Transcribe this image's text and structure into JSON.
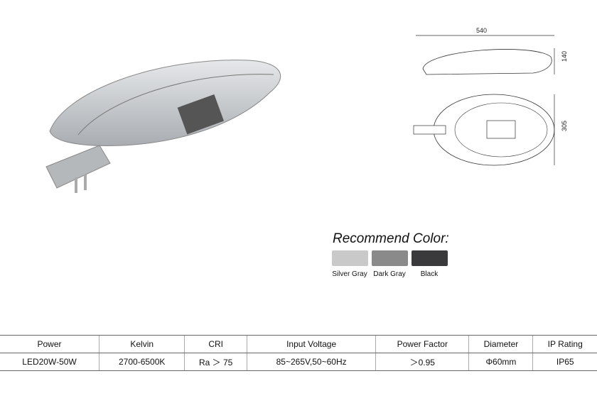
{
  "drawing": {
    "width_label": "540",
    "height_label": "140",
    "depth_label": "305"
  },
  "recommend": {
    "title": "Recommend Color:",
    "colors": [
      {
        "label": "Silver Gray",
        "hex": "#c9c9c9"
      },
      {
        "label": "Dark Gray",
        "hex": "#8a8a8a"
      },
      {
        "label": "Black",
        "hex": "#3a3a3c"
      }
    ]
  },
  "specs": {
    "headers": [
      "Power",
      "Kelvin",
      "CRI",
      "Input Voltage",
      "Power Factor",
      "Diameter",
      "IP Rating"
    ],
    "values": [
      "LED20W-50W",
      "2700-6500K",
      "Ra ＞ 75",
      "85~265V,50~60Hz",
      "＞0.95",
      "Φ60mm",
      "IP65"
    ]
  }
}
